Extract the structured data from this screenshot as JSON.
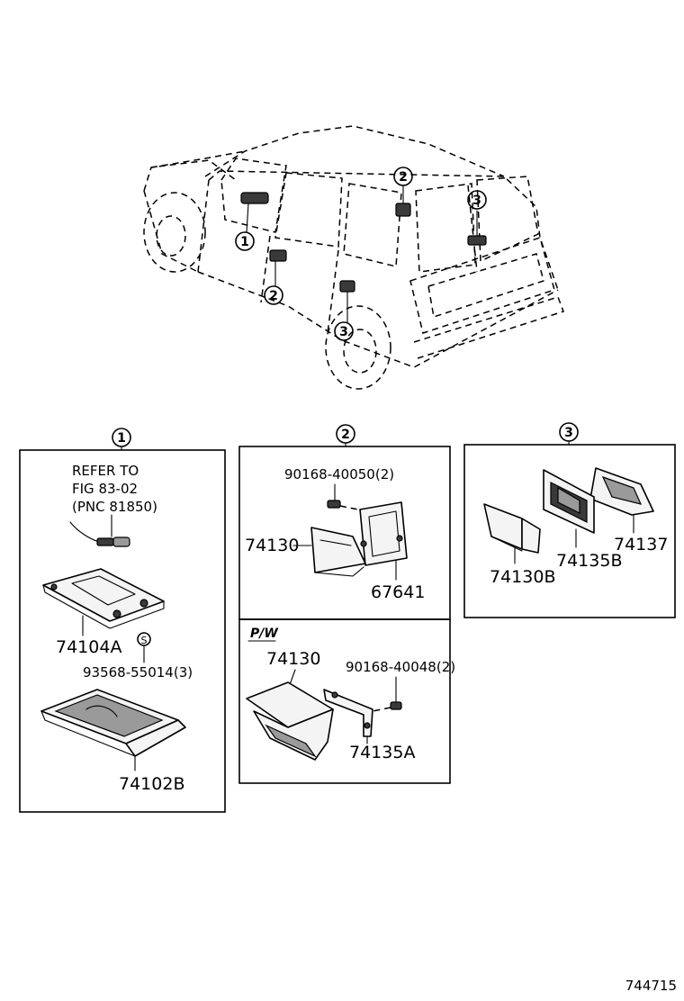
{
  "figure_code": "744715",
  "callouts": [
    "1",
    "2",
    "3"
  ],
  "panel1": {
    "callout": "1",
    "refer_lines": [
      "REFER TO",
      "FIG 83-02",
      "(PNC 81850)"
    ],
    "parts": [
      "74104A",
      "93568-55014(3)",
      "74102B"
    ]
  },
  "panel2": {
    "callout": "2",
    "parts": [
      "90168-40050(2)",
      "74130",
      "67641"
    ]
  },
  "panel2b": {
    "heading": "P/W",
    "parts": [
      "74130",
      "90168-40048(2)",
      "74135A"
    ]
  },
  "panel3": {
    "callout": "3",
    "parts": [
      "74130B",
      "74135B",
      "74137"
    ]
  }
}
